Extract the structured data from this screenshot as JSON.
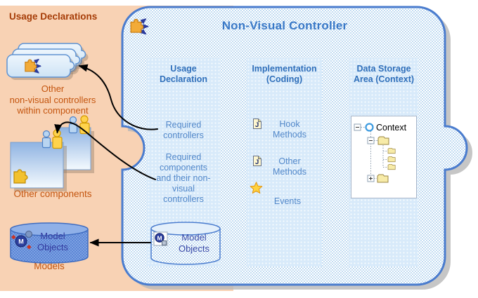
{
  "left_panel": {
    "title": "Usage Declarations",
    "controllers_caption": "Other\nnon-visual controllers\nwithin component",
    "components_caption": "Other components",
    "models_caption": "Models",
    "model_cylinder_label": "Model Objects"
  },
  "controller": {
    "title": "Non-Visual Controller",
    "usage_column": {
      "heading": "Usage Declaration",
      "item_controllers": "Required controllers",
      "item_components": "Required components and their non-visual controllers",
      "model_cylinder_label": "Model Objects"
    },
    "implementation_column": {
      "heading": "Implementation (Coding)",
      "items": [
        {
          "icon": "java-file-icon",
          "label": "Hook Methods"
        },
        {
          "icon": "java-file-icon",
          "label": "Other Methods"
        },
        {
          "icon": "star-icon",
          "label": "Events"
        }
      ]
    },
    "data_storage_column": {
      "heading": "Data Storage Area (Context)",
      "tree_root": "Context"
    }
  },
  "icons": {
    "java_letter": "J",
    "model_letter": "M"
  },
  "colors": {
    "container_border": "#4a7cce",
    "panel_peach": "#f8d2b4",
    "heading_blue": "#2f6fba",
    "body_blue": "#5187c9",
    "orange_text": "#c4550f",
    "orange_heading": "#a63d08",
    "title_blue": "#3a79c7",
    "cylinder_text": "#3a4aa8",
    "arrow": "#000000"
  }
}
